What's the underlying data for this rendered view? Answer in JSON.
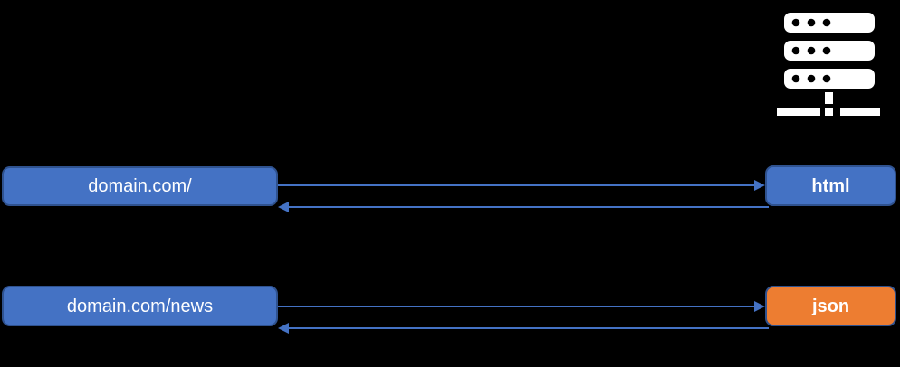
{
  "diagram": {
    "background_color": "#000000",
    "text_color": "#FFFFFF",
    "box_border_color": "#2F528F",
    "arrow_color": "#4472C4",
    "server": {
      "icon": "server-rack-icon",
      "icon_color": "#FFFFFF"
    },
    "rows": [
      {
        "request_label": "domain.com/",
        "request_color": "#4472C4",
        "response_label": "html",
        "response_color": "#4472C4"
      },
      {
        "request_label": "domain.com/news",
        "request_color": "#4472C4",
        "response_label": "json",
        "response_color": "#ED7D31"
      }
    ]
  }
}
